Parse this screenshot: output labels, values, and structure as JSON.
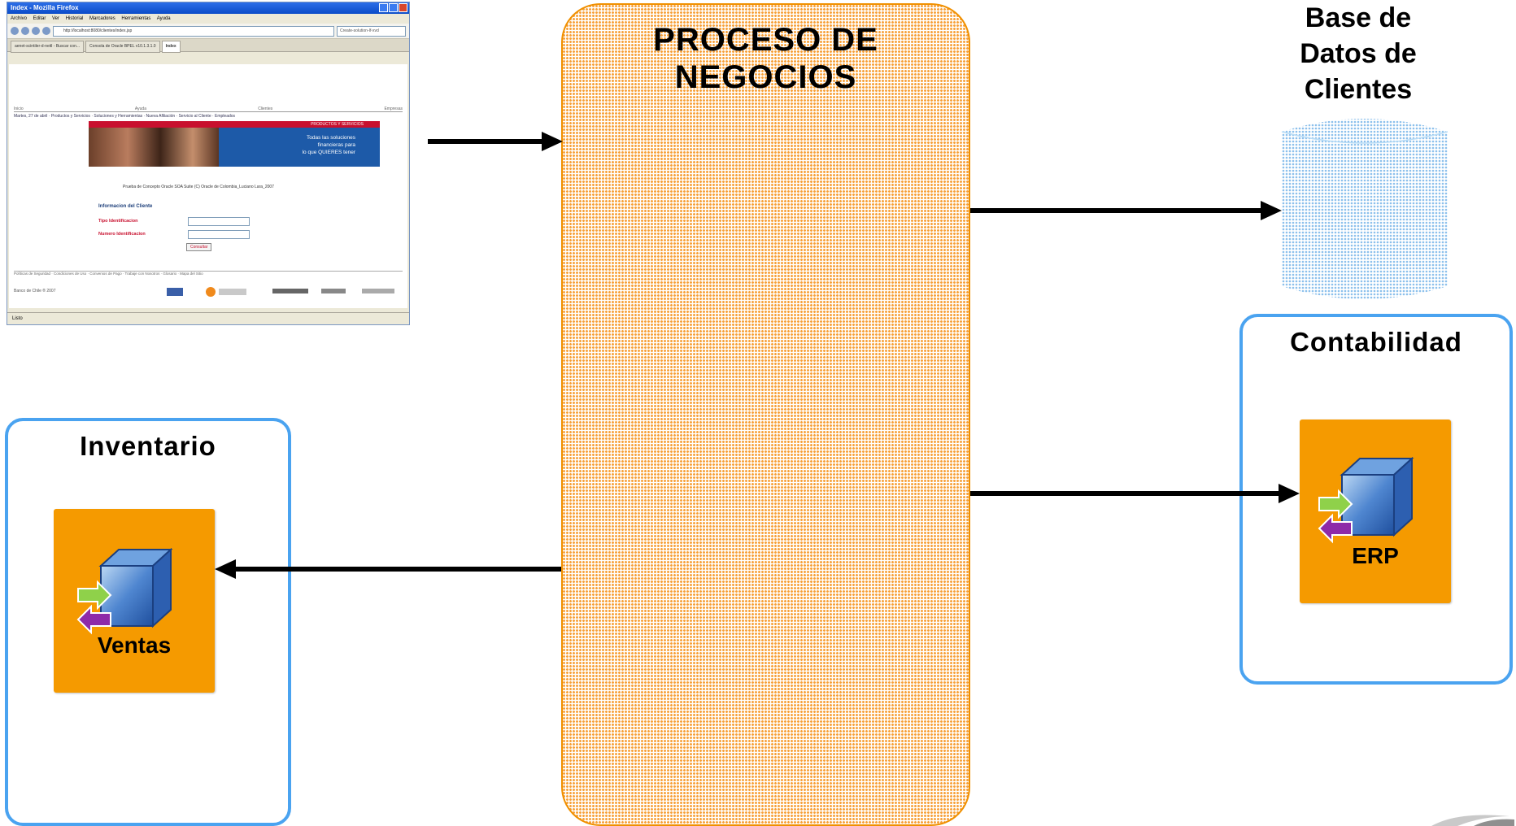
{
  "proceso": {
    "title": "PROCESO DE\nNEGOCIOS",
    "line1": "PROCESO DE",
    "line2": "NEGOCIOS"
  },
  "database": {
    "line1": "Base de",
    "line2": "Datos de",
    "line3": "Clientes"
  },
  "contabilidad": {
    "title": "Contabilidad",
    "system": "ERP"
  },
  "inventario": {
    "title": "Inventario",
    "system": "Ventas"
  },
  "colors": {
    "orange": "#f59a00",
    "blue_border": "#4aa3f0",
    "db_blue": "#9ccbf0"
  },
  "browser": {
    "window_title": "Index - Mozilla Firefox",
    "menu": "Archivo  Editar  Ver  Historial  Marcadores  Herramientas  Ayuda",
    "url": "http://localhost:8080/clientes/index.jsp",
    "search": "Create-solution-If-xvd",
    "tabs": [
      "aenet-scintiler-d-neitl - Buscar con...",
      "Consola de Oracle BPEL v10.1.3.1.0",
      "Index"
    ],
    "sitenav": [
      "Inicio",
      "Ayuda",
      "Clientes",
      "Empresas"
    ],
    "sitenav2": "Martes, 27 de abril  ·  Productos y Servicios  ·  Soluciones y Herramientas  ·  Nueva Afiliación  ·  Servicio al Cliente  ·  Empleados",
    "banner_header": "PRODUCTOS Y SERVICIOS",
    "slogan": "Todas las soluciones\nfinancieras para\nlo que QUIERES tener",
    "caption": "Prueba de Concepto Oracle SOA Suite  (C) Oracle de Colombia_Luciano Lara_2007",
    "form_title": "Informacion del Cliente",
    "field1": "Tipo Identificacion",
    "field2": "Numero Identificacion",
    "button": "Consultar",
    "footer": "Políticas de Seguridad  ·  Condiciones de Uso  ·  Convenios de Pago  ·  Trabaje con Nosotros  ·  Glosario  ·  Mapa del Sitio",
    "footer_copy": "Banco de Chile ® 2007",
    "status": "Listo"
  }
}
